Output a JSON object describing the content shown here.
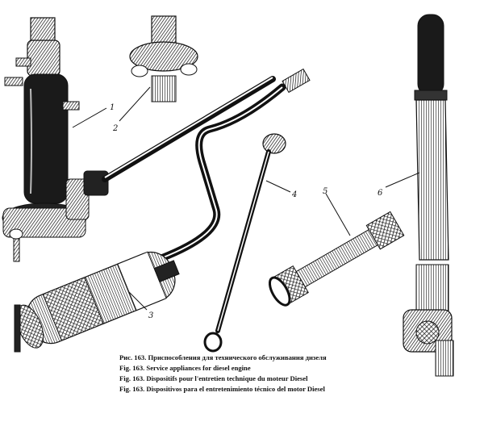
{
  "figure": {
    "callouts": [
      "1",
      "2",
      "3",
      "4",
      "5",
      "6"
    ],
    "captions": [
      "Рис. 163. Приспособления для технического обслуживания дизеля",
      "Fig. 163. Service appliances for diesel engine",
      "Fig. 163. Dispositifs pour l'entretien technique du moteur Diesel",
      "Fig. 163. Dispositivos para el entretenimiento técnico del motor Diesel"
    ]
  }
}
